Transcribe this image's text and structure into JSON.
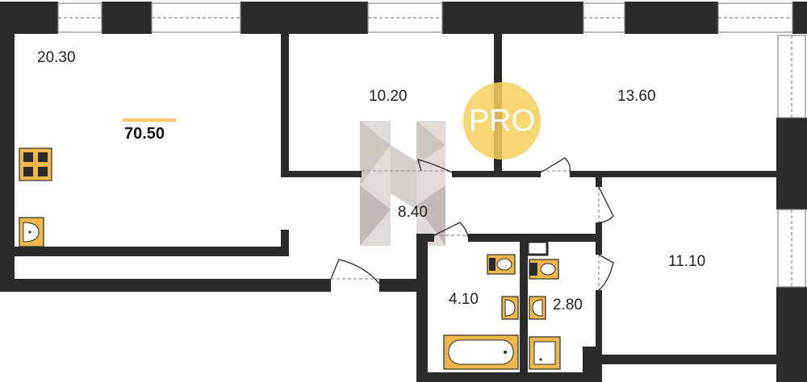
{
  "plan": {
    "total_area": "70.50",
    "rooms": [
      {
        "id": "kitchen-living",
        "area": "20.30"
      },
      {
        "id": "bedroom-center",
        "area": "10.20"
      },
      {
        "id": "bedroom-right",
        "area": "13.60"
      },
      {
        "id": "hall",
        "area": "8.40"
      },
      {
        "id": "bedroom-lower-right",
        "area": "11.10"
      },
      {
        "id": "bathroom",
        "area": "4.10"
      },
      {
        "id": "toilet",
        "area": "2.80"
      }
    ]
  },
  "badge": {
    "text": "PRO"
  },
  "colors": {
    "wall": "#2b2b2b",
    "accent": "#f5c96a",
    "fixture": "#f0b84a",
    "badge": "#f6cf5c",
    "watermark": "#b9aea6",
    "window": "#9a9a9a"
  },
  "icons": [
    "stove-icon",
    "sink-icon",
    "bathtub-icon",
    "toilet-icon",
    "washbasin-icon",
    "door-swing-icon"
  ]
}
